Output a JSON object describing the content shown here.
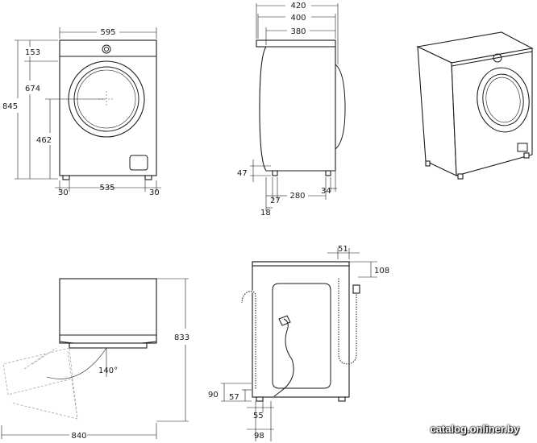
{
  "front_view": {
    "width_total": "595",
    "height_total": "845",
    "top_to_knob": "153",
    "floor_to_top_edge": "674",
    "floor_to_door_center": "462",
    "foot_left_offset": "30",
    "feet_spacing": "535",
    "foot_right_offset": "30"
  },
  "side_view": {
    "depth_total": "420",
    "depth_body": "400",
    "depth_top": "380",
    "foot_height": "47",
    "dim_18": "18",
    "dim_27": "27",
    "feet_depth": "280",
    "dim_34": "34"
  },
  "door_view": {
    "door_reach": "840",
    "appliance_height": "833",
    "door_angle": "140°"
  },
  "back_view": {
    "dim_51": "51",
    "dim_108": "108",
    "dim_90": "90",
    "dim_57": "57",
    "dim_55": "55",
    "dim_98": "98"
  },
  "watermark": "catalog.onliner.by"
}
